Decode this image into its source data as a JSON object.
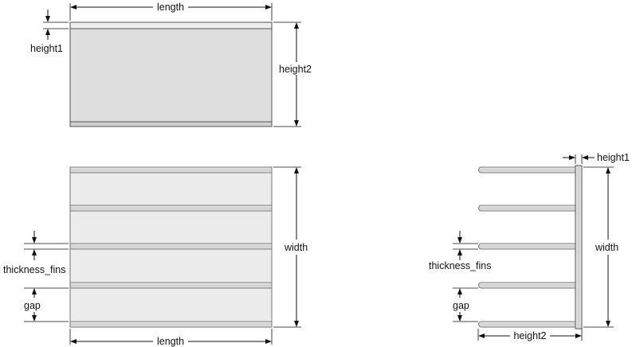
{
  "colors": {
    "plate_top": "#dedede",
    "fin_face": "#ececec",
    "fin_band": "#d4d4d4",
    "outline": "#555555",
    "ink": "#111111"
  },
  "top_view": {
    "label_length": "length",
    "label_height1": "height1",
    "label_height2": "height2"
  },
  "front_view": {
    "label_width": "width",
    "label_thickness": "thickness_fins",
    "label_gap": "gap",
    "label_length": "length",
    "fin_count": 5
  },
  "side_view": {
    "label_height1": "height1",
    "label_width": "width",
    "label_thickness": "thickness_fins",
    "label_gap": "gap",
    "label_height2": "height2",
    "fin_count": 5
  }
}
